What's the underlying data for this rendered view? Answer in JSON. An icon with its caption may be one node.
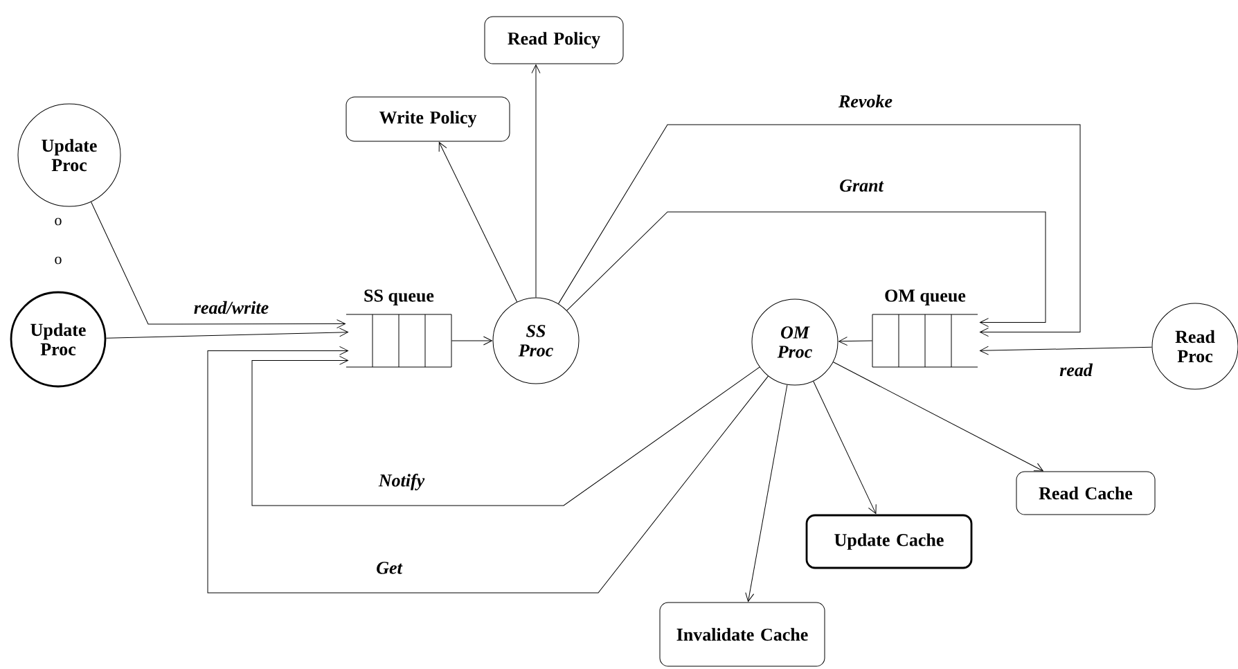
{
  "diagram": {
    "nodes": [
      {
        "text": [
          "Read Policy"
        ]
      },
      {
        "text": [
          "Write Policy"
        ]
      },
      {
        "text": [
          "Update Proc"
        ]
      },
      {
        "text": [
          "Update Proc"
        ]
      },
      {
        "text": [
          "SS queue"
        ]
      },
      {
        "text": [
          "SS Proc"
        ]
      },
      {
        "text": [
          "OM Proc"
        ]
      },
      {
        "text": [
          "OM queue"
        ]
      },
      {
        "text": [
          "Read Proc"
        ]
      },
      {
        "text": [
          "Read Cache"
        ]
      },
      {
        "text": [
          "Update Cache"
        ]
      },
      {
        "text": [
          "Invalidate Cache"
        ]
      }
    ],
    "edges": [
      {
        "from": 2,
        "to": 4,
        "arrow": "to",
        "label": "read/write"
      },
      {
        "from": 3,
        "to": 4,
        "arrow": "to"
      },
      {
        "from": 4,
        "to": 5,
        "arrow": "to"
      },
      {
        "from": 5,
        "to": 1,
        "arrow": "to"
      },
      {
        "from": 5,
        "to": 0,
        "arrow": "to"
      },
      {
        "from": 5,
        "to": 7,
        "arrow": "to",
        "label": "Revoke"
      },
      {
        "from": 5,
        "to": 7,
        "arrow": "to",
        "label": "Grant"
      },
      {
        "from": 7,
        "to": 6,
        "arrow": "to"
      },
      {
        "from": 8,
        "to": 7,
        "arrow": "to",
        "label": "read"
      },
      {
        "from": 6,
        "to": 4,
        "arrow": "to",
        "label": "Notify"
      },
      {
        "from": 6,
        "to": 4,
        "arrow": "to",
        "label": "Get"
      },
      {
        "from": 6,
        "to": 11,
        "arrow": "to"
      },
      {
        "from": 6,
        "to": 10,
        "arrow": "to"
      },
      {
        "from": 6,
        "to": 9,
        "arrow": "to"
      }
    ],
    "labels": [
      "o",
      "o"
    ]
  }
}
